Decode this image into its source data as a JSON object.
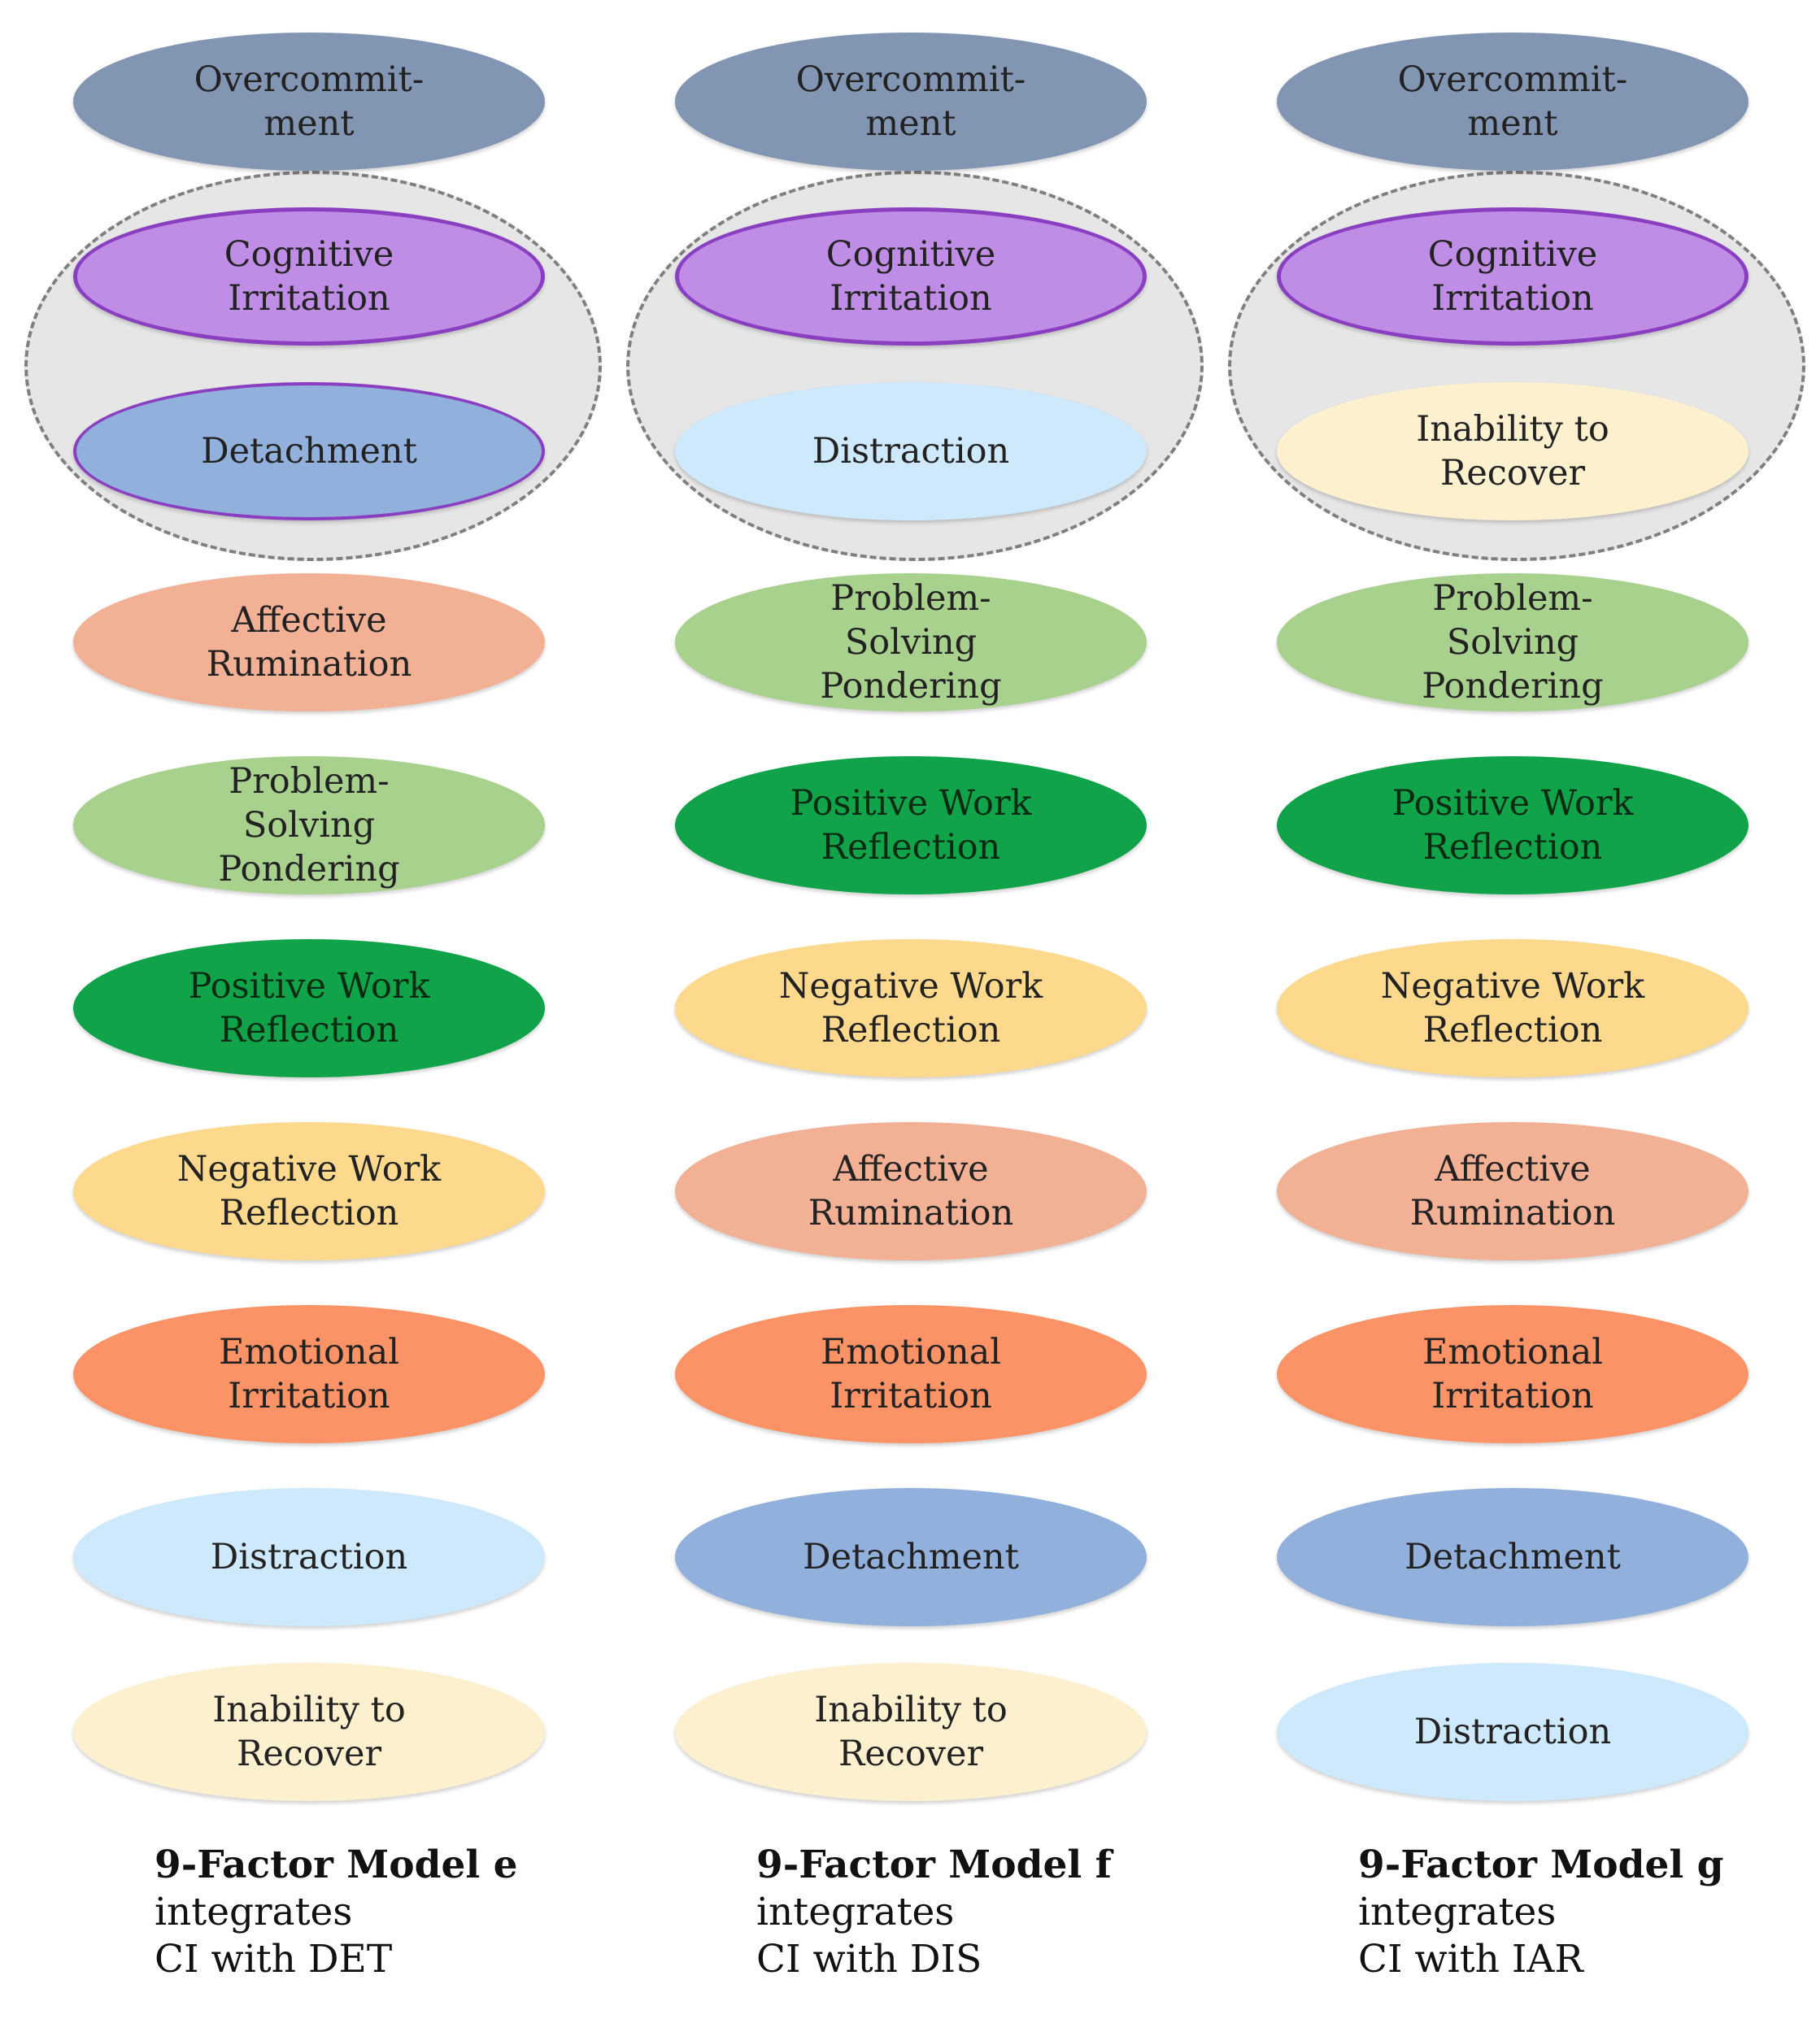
{
  "colors": {
    "overcommitment": "#8295b3",
    "cognitive_irritation": "#bf8de6",
    "cognitive_irritation_outline": "#8a3fc0",
    "detachment": "#92b0dc",
    "distraction": "#cde9fb",
    "inability_to_recover": "#fdf0cf",
    "affective_rumination": "#f2b094",
    "problem_solving_pondering": "#a9d18e",
    "positive_work_reflection": "#11a34a",
    "negative_work_reflection": "#fdd98d",
    "emotional_irritation": "#fb9366",
    "group_background": "#e6e6e6",
    "group_border": "#7f7f7f"
  },
  "models": [
    {
      "title": "9-Factor Model e",
      "caption_line1": "integrates",
      "caption_line2": "CI with DET",
      "factors": [
        {
          "label": "Overcommit-\nment",
          "key": "overcommitment"
        },
        {
          "label": "Cognitive\nIrritation",
          "key": "cognitive_irritation"
        },
        {
          "label": "Detachment",
          "key": "detachment"
        },
        {
          "label": "Affective\nRumination",
          "key": "affective_rumination"
        },
        {
          "label": "Problem-\nSolving\nPondering",
          "key": "problem_solving_pondering"
        },
        {
          "label": "Positive Work\nReflection",
          "key": "positive_work_reflection"
        },
        {
          "label": "Negative Work\nReflection",
          "key": "negative_work_reflection"
        },
        {
          "label": "Emotional\nIrritation",
          "key": "emotional_irritation"
        },
        {
          "label": "Distraction",
          "key": "distraction"
        },
        {
          "label": "Inability to\nRecover",
          "key": "inability_to_recover"
        }
      ]
    },
    {
      "title": "9-Factor Model f",
      "caption_line1": "integrates",
      "caption_line2": "CI with DIS",
      "factors": [
        {
          "label": "Overcommit-\nment",
          "key": "overcommitment"
        },
        {
          "label": "Cognitive\nIrritation",
          "key": "cognitive_irritation"
        },
        {
          "label": "Distraction",
          "key": "distraction"
        },
        {
          "label": "Problem-\nSolving\nPondering",
          "key": "problem_solving_pondering"
        },
        {
          "label": "Positive Work\nReflection",
          "key": "positive_work_reflection"
        },
        {
          "label": "Negative Work\nReflection",
          "key": "negative_work_reflection"
        },
        {
          "label": "Affective\nRumination",
          "key": "affective_rumination"
        },
        {
          "label": "Emotional\nIrritation",
          "key": "emotional_irritation"
        },
        {
          "label": "Detachment",
          "key": "detachment"
        },
        {
          "label": "Inability to\nRecover",
          "key": "inability_to_recover"
        }
      ]
    },
    {
      "title": "9-Factor Model g",
      "caption_line1": "integrates",
      "caption_line2": "CI with IAR",
      "factors": [
        {
          "label": "Overcommit-\nment",
          "key": "overcommitment"
        },
        {
          "label": "Cognitive\nIrritation",
          "key": "cognitive_irritation"
        },
        {
          "label": "Inability to\nRecover",
          "key": "inability_to_recover"
        },
        {
          "label": "Problem-\nSolving\nPondering",
          "key": "problem_solving_pondering"
        },
        {
          "label": "Positive Work\nReflection",
          "key": "positive_work_reflection"
        },
        {
          "label": "Negative Work\nReflection",
          "key": "negative_work_reflection"
        },
        {
          "label": "Affective\nRumination",
          "key": "affective_rumination"
        },
        {
          "label": "Emotional\nIrritation",
          "key": "emotional_irritation"
        },
        {
          "label": "Detachment",
          "key": "detachment"
        },
        {
          "label": "Distraction",
          "key": "distraction"
        }
      ]
    }
  ]
}
